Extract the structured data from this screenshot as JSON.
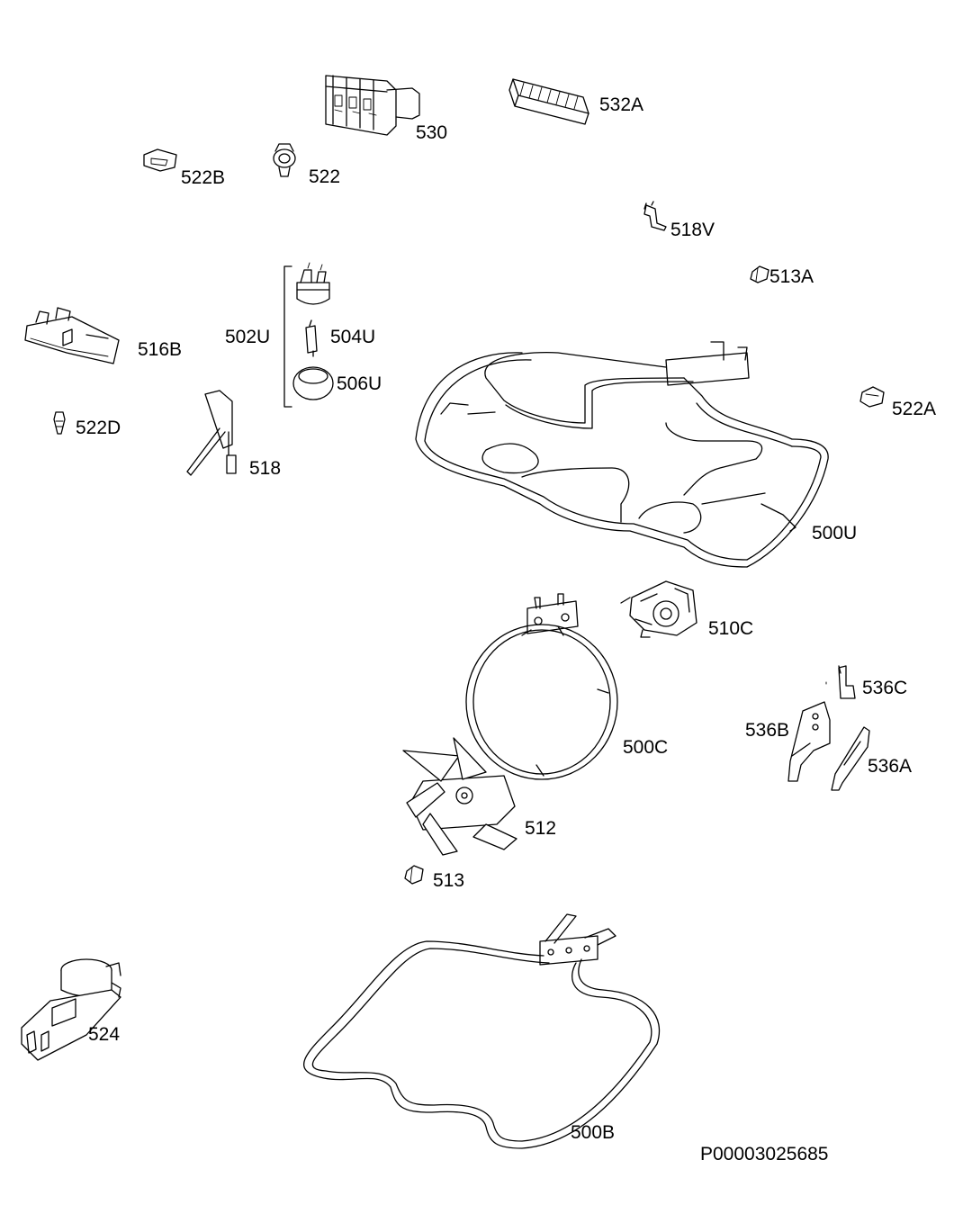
{
  "labels": {
    "p530": "530",
    "p532A": "532A",
    "p522B": "522B",
    "p522": "522",
    "p518V": "518V",
    "p513A": "513A",
    "p502U": "502U",
    "p504U": "504U",
    "p506U": "506U",
    "p516B": "516B",
    "p522A": "522A",
    "p522D": "522D",
    "p518": "518",
    "p500U": "500U",
    "p510C": "510C",
    "p536C": "536C",
    "p536B": "536B",
    "p536A": "536A",
    "p500C": "500C",
    "p512": "512",
    "p513": "513",
    "p524": "524",
    "p500B": "500B"
  },
  "document_code": "P00003025685"
}
